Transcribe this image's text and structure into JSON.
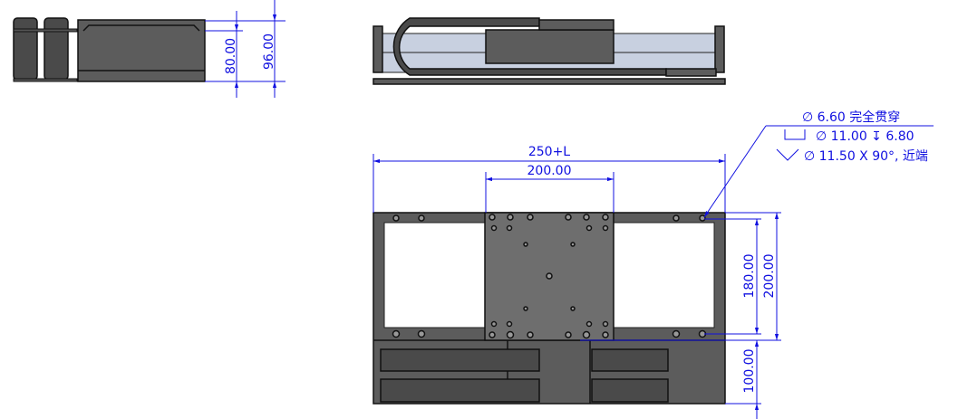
{
  "views": {
    "side_view": {
      "dim_height_inner": "80.00",
      "dim_height_outer": "96.00"
    },
    "front_view": {},
    "top_view": {
      "dim_total_length": "250+L",
      "dim_carriage_width": "200.00",
      "dim_hole_spacing": "180.00",
      "dim_width": "200.00",
      "dim_cable_area": "100.00"
    }
  },
  "hole_callout": {
    "line1": "∅ 6.60 完全贯穿",
    "line2": "∅ 11.00 ↧ 6.80",
    "line3": "∅ 11.50 X 90°, 近端"
  },
  "colors": {
    "dimension": "#1010e0",
    "body": "#5c5c5c",
    "rail": "#c8d0e0"
  }
}
